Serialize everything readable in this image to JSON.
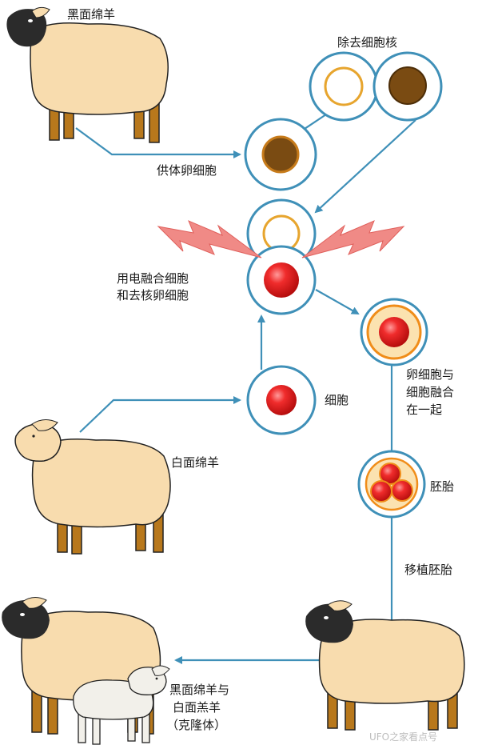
{
  "diagram": {
    "labels": {
      "black_sheep": "黑面绵羊",
      "remove_nucleus": "除去细胞核",
      "donor_egg": "供体卵细胞",
      "fuse": [
        "用电融合细胞",
        "和去核卵细胞"
      ],
      "cell": "细胞",
      "white_sheep": "白面绵羊",
      "egg_fused": [
        "卵细胞与",
        "细胞融合",
        "在一起"
      ],
      "embryo": "胚胎",
      "transplant": "移植胚胎",
      "result": [
        "黑面绵羊与",
        "白面羔羊",
        "（克隆体）"
      ]
    },
    "watermark": "UFO之家看点号",
    "colors": {
      "arrow": "#3f90b8",
      "cell_ring": "#3f90b8",
      "wool": "#f8dcae",
      "face_black": "#2b2b2b",
      "leg": "#b8781c",
      "nucleus_brown": "#7a4b12",
      "nucleus_red": "#e21b1b",
      "spark": "#f08a86",
      "egg_fill": "#fbe2b0"
    }
  }
}
